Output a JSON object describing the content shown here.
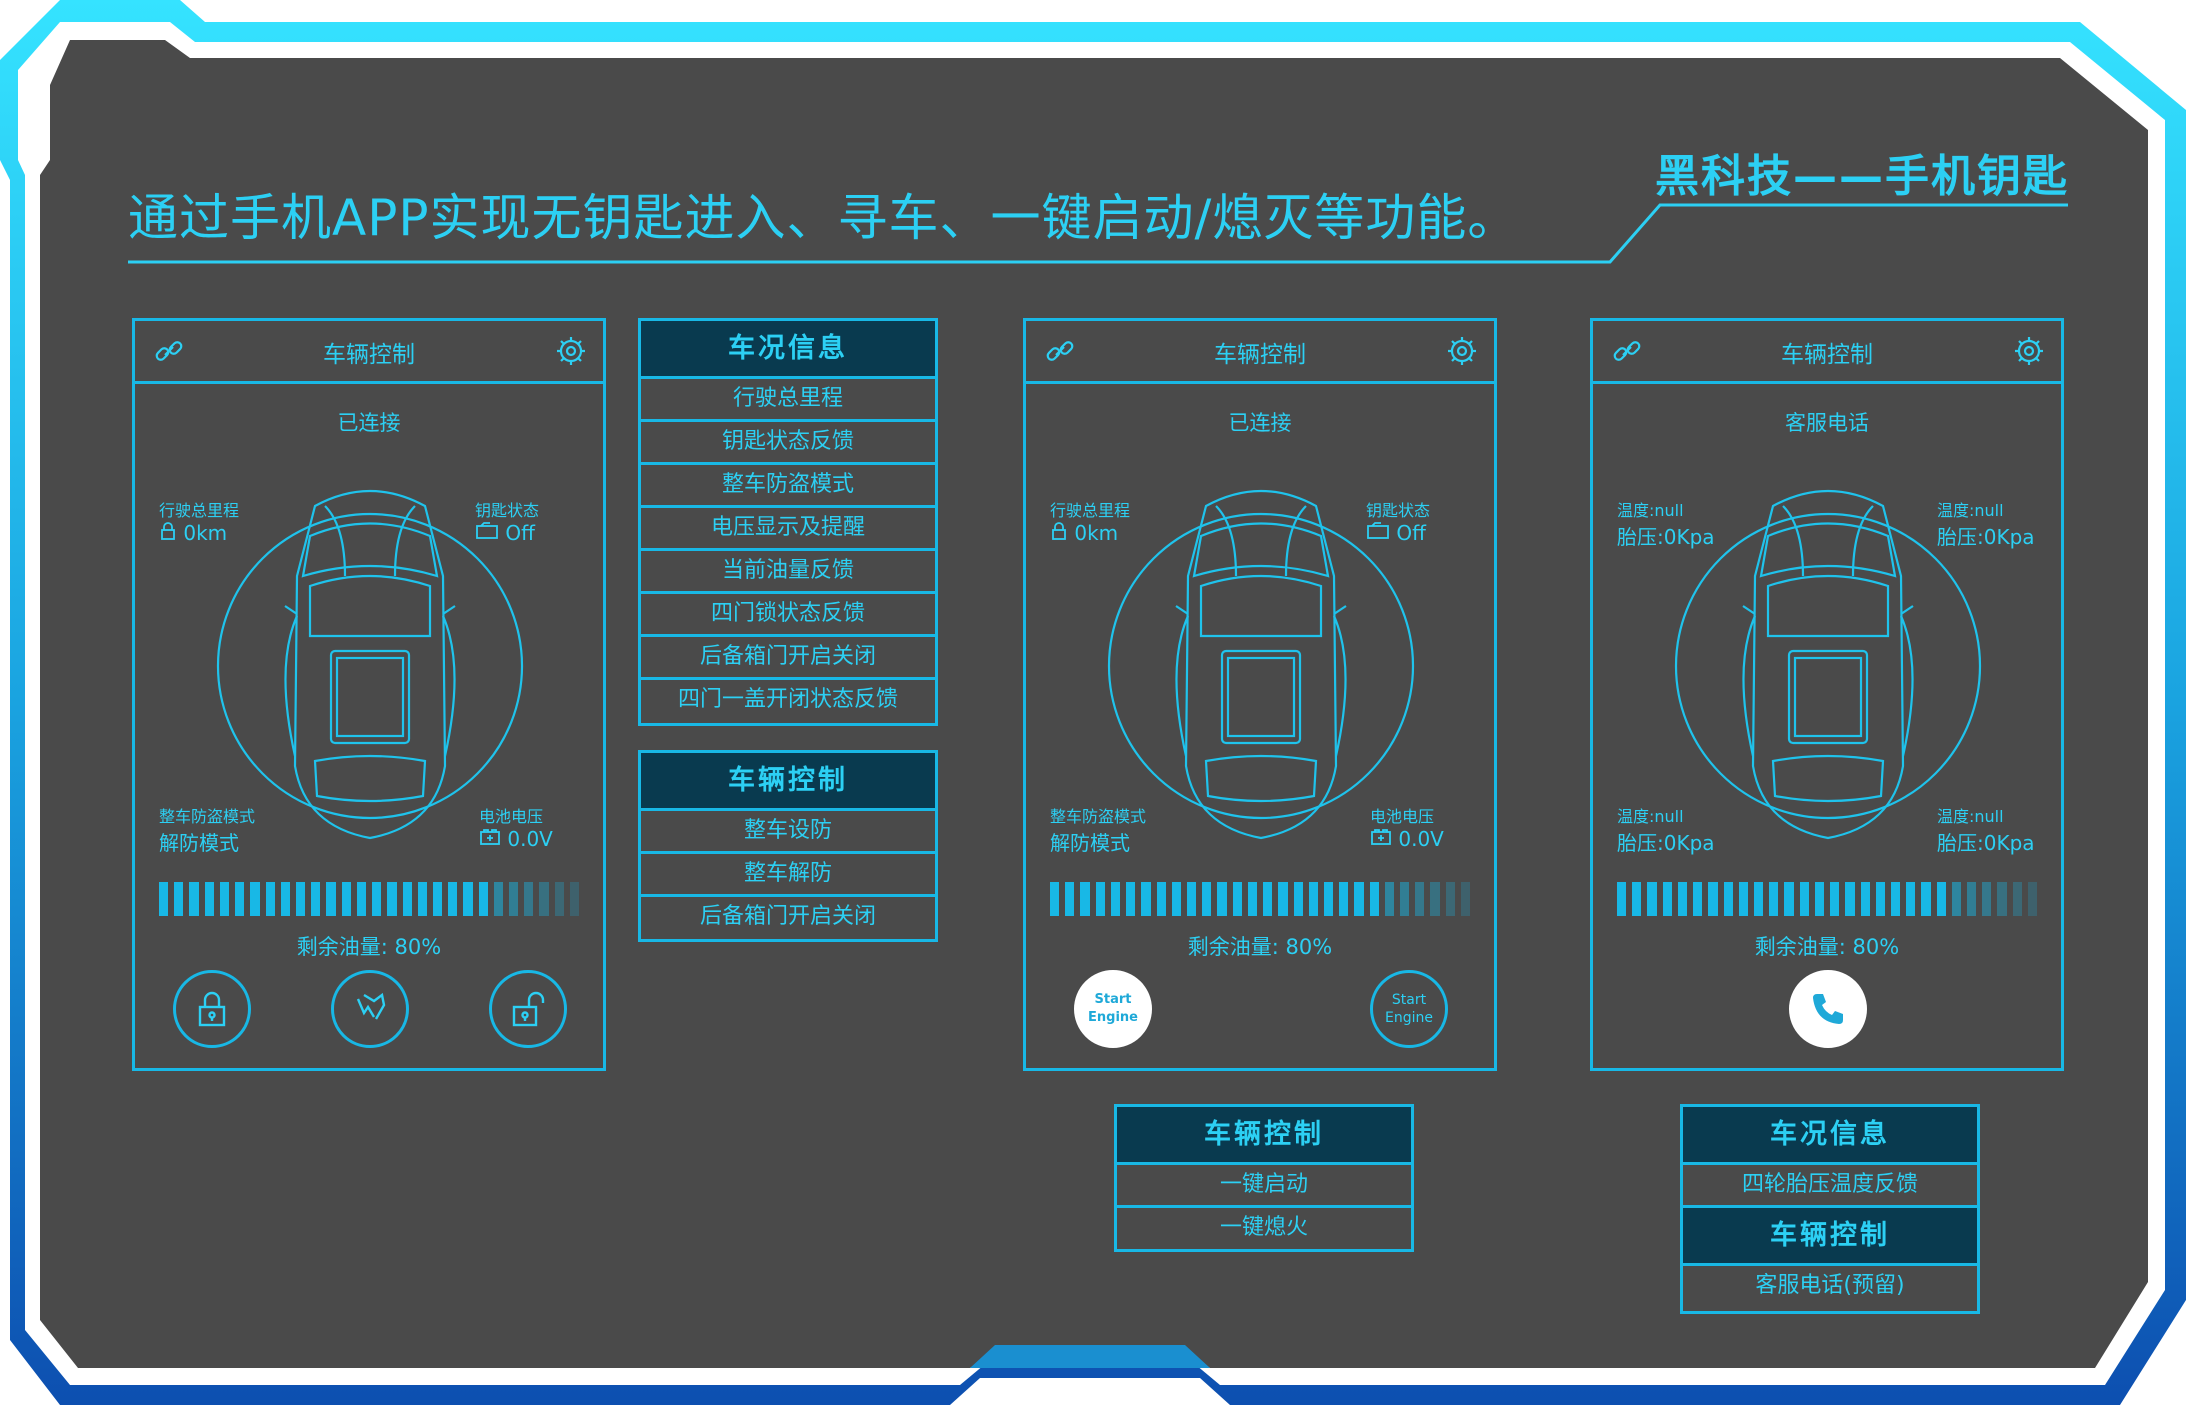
{
  "headline": "通过手机APP实现无钥匙进入、寻车、一键启动/熄灭等功能。",
  "brand": "黑科技——手机钥匙",
  "colors": {
    "accent": "#18b8e6",
    "panel_bg": "#4a4a4a",
    "header_fill": "#093a4f"
  },
  "phone1": {
    "title": "车辆控制",
    "status": "已连接",
    "mileage_label": "行驶总里程",
    "mileage_value": "0km",
    "key_label": "钥匙状态",
    "key_value": "Off",
    "alarm_label": "整车防盗模式",
    "alarm_value": "解防模式",
    "battery_label": "电池电压",
    "battery_value": "0.0V",
    "fuel": "剩余油量: 80%",
    "fuel_level": 0.8,
    "buttons": [
      "lock-icon",
      "car-search-icon",
      "unlock-icon"
    ]
  },
  "phone2": {
    "title": "车辆控制",
    "status": "已连接",
    "mileage_label": "行驶总里程",
    "mileage_value": "0km",
    "key_label": "钥匙状态",
    "key_value": "Off",
    "alarm_label": "整车防盗模式",
    "alarm_value": "解防模式",
    "battery_label": "电池电压",
    "battery_value": "0.0V",
    "fuel": "剩余油量: 80%",
    "fuel_level": 0.8,
    "start_button": "Start Engine",
    "start_button_alt": "Start Engine"
  },
  "phone3": {
    "title": "车辆控制",
    "status": "客服电话",
    "tl_temp": "温度:null",
    "tl_pressure": "胎压:0Kpa",
    "tr_temp": "温度:null",
    "tr_pressure": "胎压:0Kpa",
    "bl_temp": "温度:null",
    "bl_pressure": "胎压:0Kpa",
    "br_temp": "温度:null",
    "br_pressure": "胎压:0Kpa",
    "fuel": "剩余油量: 80%",
    "fuel_level": 0.8
  },
  "table_status": {
    "title": "车况信息",
    "rows": [
      "行驶总里程",
      "钥匙状态反馈",
      "整车防盗模式",
      "电压显示及提醒",
      "当前油量反馈",
      "四门锁状态反馈",
      "后备箱门开启关闭",
      "四门一盖开闭状态反馈"
    ]
  },
  "table_control": {
    "title": "车辆控制",
    "rows": [
      "整车设防",
      "整车解防",
      "后备箱门开启关闭"
    ]
  },
  "table_engine": {
    "title": "车辆控制",
    "rows": [
      "一键启动",
      "一键熄火"
    ]
  },
  "table_right": {
    "title1": "车况信息",
    "row1": "四轮胎压温度反馈",
    "title2": "车辆控制",
    "row2": "客服电话(预留)"
  }
}
